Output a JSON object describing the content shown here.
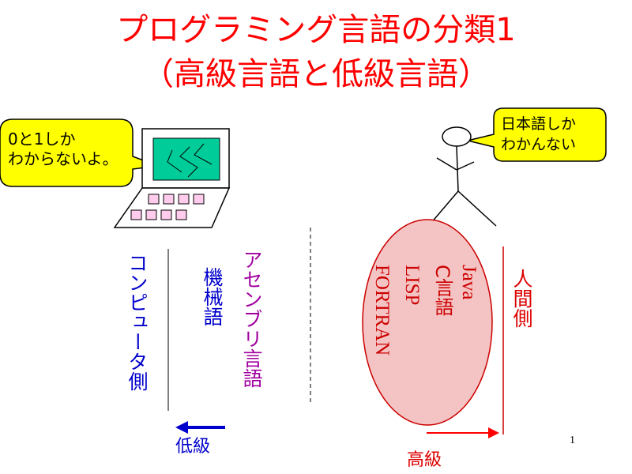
{
  "slide": {
    "title_line1": "プログラミング言語の分類1",
    "title_line2": "（高級言語と低級言語）",
    "page_number": "1"
  },
  "bubbles": {
    "computer": "0と1しか\nわからないよ。",
    "human": "日本語しか\nわかんない"
  },
  "columns": {
    "computer_side": "コンピュータ側",
    "machine_language": "機械語",
    "assembly_language": "アセンブリ言語",
    "human_side": "人間側"
  },
  "high_level_languages": [
    "Java",
    "C言語",
    "LISP",
    "FORTRAN"
  ],
  "arrows": {
    "low_level": "低級",
    "high_level": "高級"
  },
  "colors": {
    "title": "#ff0000",
    "computer_side": "#0000cc",
    "assembly": "#a000a0",
    "human_side": "#dd0000",
    "bubble_fill": "#ffff00",
    "screen": "#00cc99",
    "key": "#ffccee",
    "ellipse_fill": "#f4c4c4"
  }
}
